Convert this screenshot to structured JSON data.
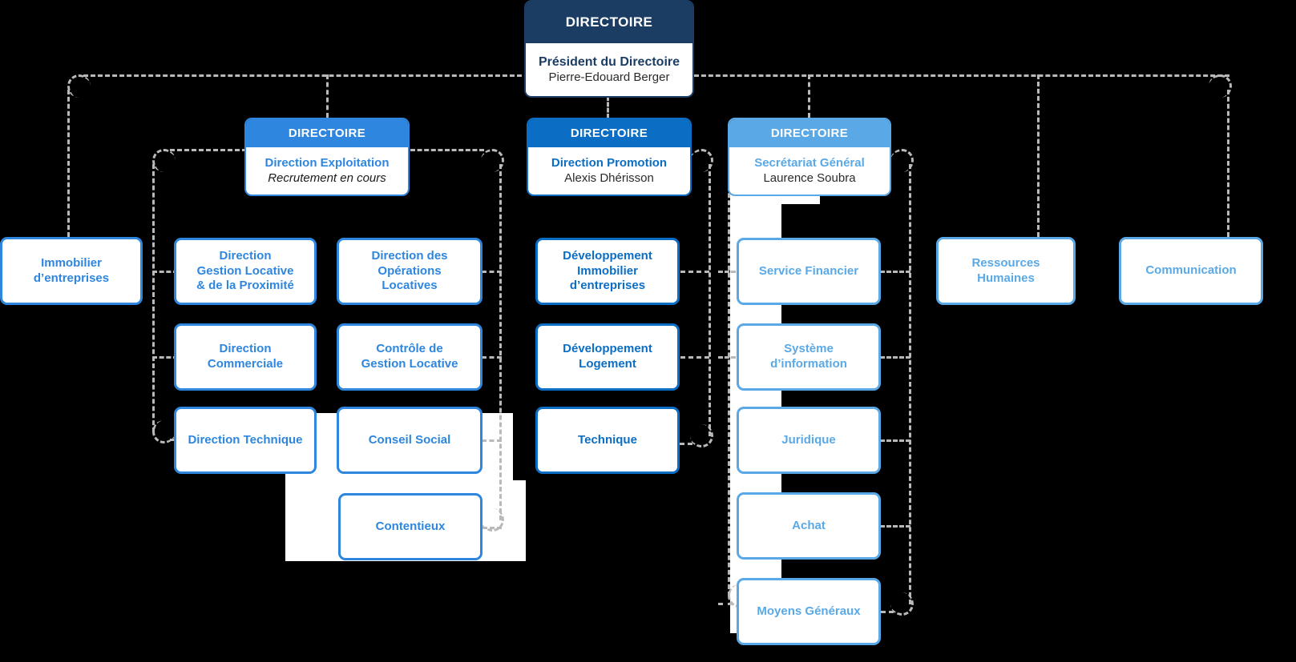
{
  "chart_data": {
    "type": "diagram",
    "title": "Organigramme - Directoire",
    "diagram_kind": "org-chart"
  },
  "labels": {
    "directoire": "DIRECTOIRE"
  },
  "root": {
    "header": "DIRECTOIRE",
    "title": "Président du Directoire",
    "person": "Pierre-Edouard Berger"
  },
  "divisions": [
    {
      "id": "exploitation",
      "header": "DIRECTOIRE",
      "title": "Direction Exploitation",
      "person": "Recrutement en cours",
      "person_italic": true,
      "color": "#2e86de",
      "children": [
        "Direction\nGestion Locative\n& de la Proximité",
        "Direction des\nOpérations\nLocatives",
        "Direction\nCommerciale",
        "Contrôle de\nGestion Locative",
        "Direction Technique",
        "Conseil Social",
        "Contentieux"
      ]
    },
    {
      "id": "promotion",
      "header": "DIRECTOIRE",
      "title": "Direction Promotion",
      "person": "Alexis Dhérisson",
      "person_italic": false,
      "color": "#0b6ec4",
      "children": [
        "Développement\nImmobilier\nd’entreprises",
        "Développement\nLogement",
        "Technique"
      ]
    },
    {
      "id": "secretariat",
      "header": "DIRECTOIRE",
      "title": "Secrétariat Général",
      "person": "Laurence Soubra",
      "person_italic": false,
      "color": "#5aa9e6",
      "children": [
        "Service Financier",
        "Système\nd’information",
        "Juridique",
        "Achat",
        "Moyens Généraux"
      ]
    }
  ],
  "standalone": [
    {
      "id": "immobilier-entreprises",
      "label": "Immobilier\nd’entreprises",
      "color": "#2e86de"
    },
    {
      "id": "ressources-humaines",
      "label": "Ressources\nHumaines",
      "color": "#5aa9e6"
    },
    {
      "id": "communication",
      "label": "Communication",
      "color": "#5aa9e6"
    }
  ],
  "nodes": {
    "root_header": "DIRECTOIRE",
    "root_title": "Président du Directoire",
    "root_person": "Pierre-Edouard Berger",
    "exp_header": "DIRECTOIRE",
    "exp_title": "Direction Exploitation",
    "exp_person": "Recrutement en cours",
    "pro_header": "DIRECTOIRE",
    "pro_title": "Direction Promotion",
    "pro_person": "Alexis Dhérisson",
    "sec_header": "DIRECTOIRE",
    "sec_title": "Secrétariat Général",
    "sec_person": "Laurence Soubra",
    "immobilier": "Immobilier\nd’entreprises",
    "gestion_locative": "Direction\nGestion Locative\n& de la Proximité",
    "operations_locatives": "Direction des\nOpérations\nLocatives",
    "commerciale": "Direction\nCommerciale",
    "controle_gestion": "Contrôle de\nGestion Locative",
    "technique_exp": "Direction Technique",
    "conseil_social": "Conseil Social",
    "contentieux": "Contentieux",
    "dev_immobilier": "Développement\nImmobilier\nd’entreprises",
    "dev_logement": "Développement\nLogement",
    "technique_pro": "Technique",
    "service_financier": "Service Financier",
    "systeme_information": "Système\nd’information",
    "juridique": "Juridique",
    "achat": "Achat",
    "moyens_generaux": "Moyens Généraux",
    "ressources_humaines": "Ressources\nHumaines",
    "communication": "Communication"
  },
  "colors": {
    "navy": "#1c3d63",
    "mid": "#0b6ec4",
    "blue": "#2e86de",
    "light": "#5aa9e6",
    "connector": "#b9b9b9",
    "background": "#000000",
    "box_fill": "#ffffff"
  }
}
